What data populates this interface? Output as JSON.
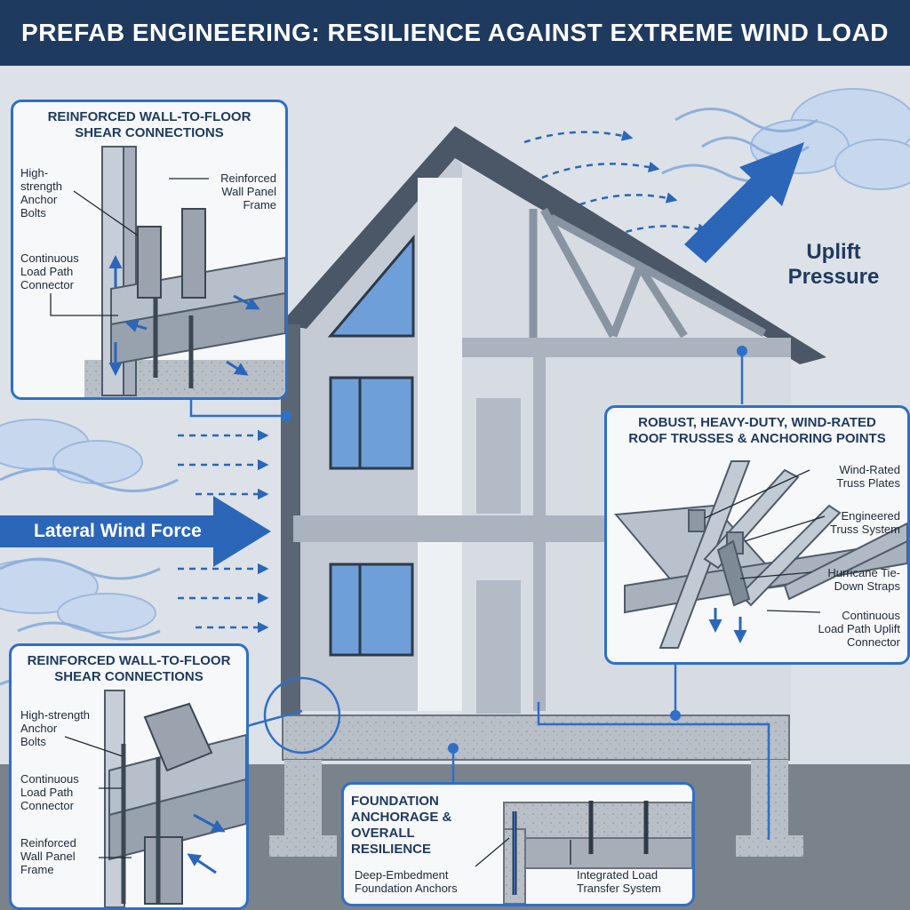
{
  "title": "PREFAB ENGINEERING: RESILIENCE AGAINST EXTREME WIND LOAD",
  "colors": {
    "navy": "#1f3a5f",
    "accent": "#2f6fc7",
    "arrow": "#2b66b8",
    "wall": "#c4cbd4",
    "window": "#6f9fd8"
  },
  "forces": {
    "uplift": "Uplift\nPressure",
    "lateral": "Lateral Wind Force"
  },
  "panel_top_left": {
    "heading": "REINFORCED WALL-TO-FLOOR\nSHEAR CONNECTIONS",
    "labels": {
      "anchor_bolts": "High-\nstrength\nAnchor\nBolts",
      "wall_frame": "Reinforced\nWall Panel\nFrame",
      "connector": "Continuous\nLoad Path\nConnector"
    }
  },
  "panel_bottom_left": {
    "heading": "REINFORCED WALL-TO-FLOOR\nSHEAR CONNECTIONS",
    "labels": {
      "anchor_bolts": "High-strength\nAnchor\nBolts",
      "connector": "Continuous\nLoad Path\nConnector",
      "wall_frame": "Reinforced\nWall Panel\nFrame"
    }
  },
  "panel_roof": {
    "heading": "ROBUST, HEAVY-DUTY, WIND-RATED\nROOF TRUSSES & ANCHORING POINTS",
    "labels": {
      "plates": "Wind-Rated\nTruss Plates",
      "system": "Engineered\nTruss System",
      "straps": "Hurricane Tie-\nDown Straps",
      "uplift_connector": "Continuous\nLoad Path Uplift\nConnector"
    }
  },
  "panel_foundation": {
    "heading": "FOUNDATION\nANCHORAGE &\nOVERALL RESILIENCE",
    "labels": {
      "anchors": "Deep-Embedment\nFoundation Anchors",
      "transfer": "Integrated Load\nTransfer System"
    }
  }
}
